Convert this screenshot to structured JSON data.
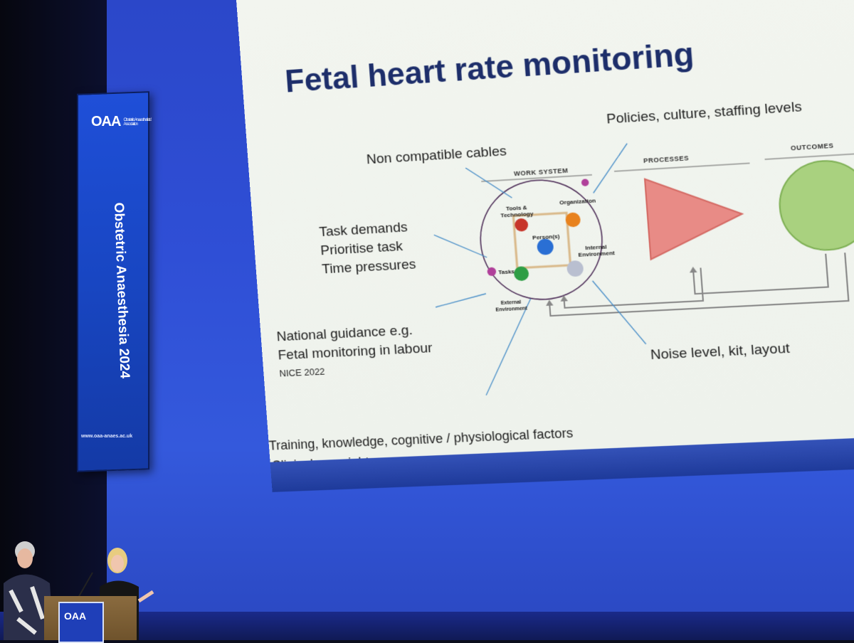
{
  "banner": {
    "logo": "OAA",
    "logo_subtext": "Obstetric Anaesthetists' Association",
    "title": "Obstetric Anaesthesia 2024",
    "url": "www.oaa-anaes.ac.uk"
  },
  "slide": {
    "title": "Fetal heart rate monitoring",
    "annotations": {
      "cables": "Non compatible cables",
      "policies": "Policies, culture, staffing levels",
      "task_1": "Task demands",
      "task_2": "Prioritise task",
      "task_3": "Time pressures",
      "guidance_1": "National guidance e.g.",
      "guidance_2": "Fetal monitoring in labour",
      "guidance_3": "NICE 2022",
      "noise": "Noise level, kit, layout",
      "training_1": "Training, knowledge, cognitive / physiological factors",
      "training_2": "Clinical oversight"
    },
    "diagram": {
      "work_system": "WORK SYSTEM",
      "processes": "PROCESSES",
      "outcomes": "OUTCOMES",
      "tools": "Tools & Technology",
      "organization": "Organization",
      "persons": "Person(s)",
      "internal_env": "Internal Environment",
      "tasks": "Tasks",
      "external_env": "External Environment"
    }
  },
  "podium": {
    "logo": "OAA"
  },
  "colors": {
    "title": "#1d2e6a",
    "stage": "#2f4fd6",
    "triangle": "#e88b86",
    "circle": "#a9d17f"
  }
}
